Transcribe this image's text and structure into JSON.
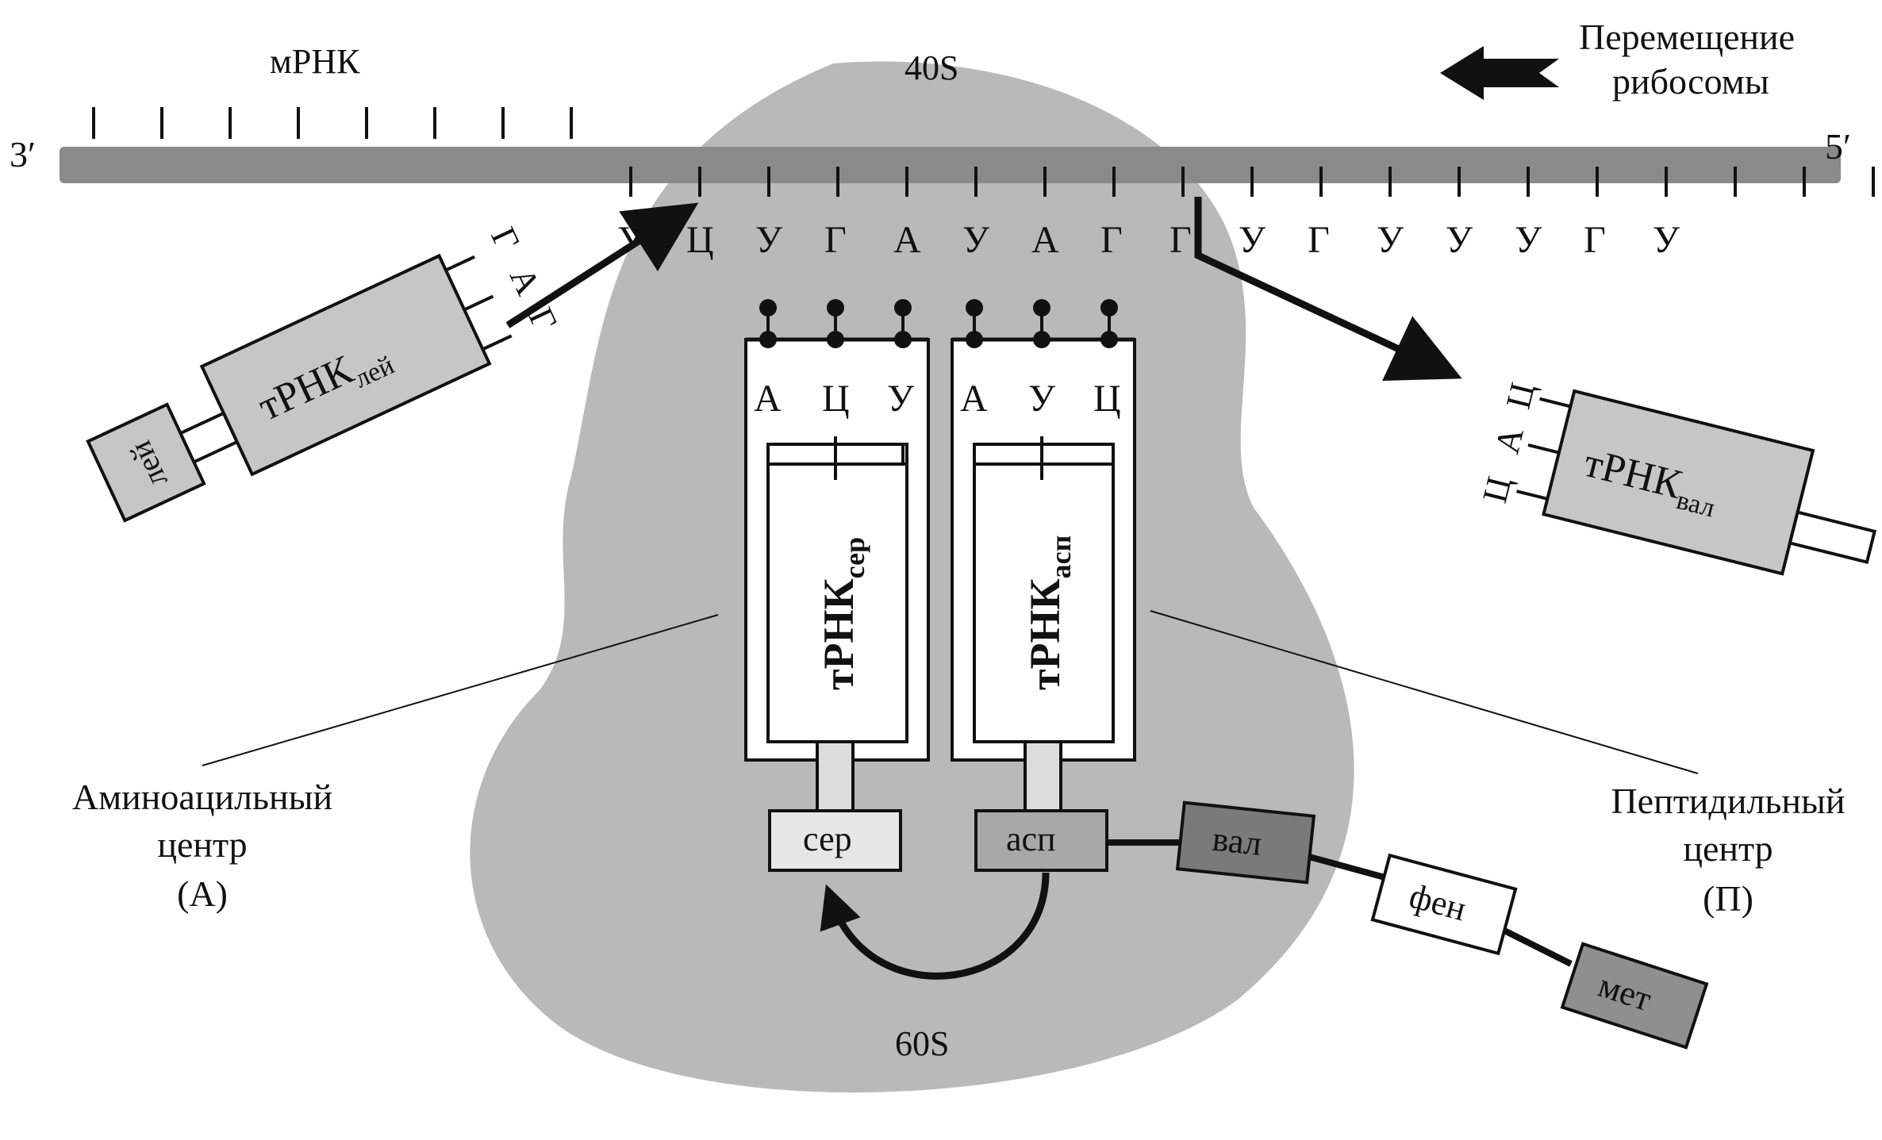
{
  "mrna": {
    "label": "мРНК",
    "end_left": "3′",
    "end_right": "5′",
    "codons_top_count": 8,
    "codons_bottom_count": 20,
    "bases": [
      "У",
      "Ц",
      "У",
      "Г",
      "А",
      "У",
      "А",
      "Г",
      "Г",
      "У",
      "Г",
      "У",
      "У",
      "У",
      "Г",
      "У"
    ]
  },
  "ribosome": {
    "small_subunit": "40S",
    "large_subunit": "60S"
  },
  "movement": {
    "line1": "Перемещение",
    "line2": "рибосомы"
  },
  "trna_ser": {
    "name": "тРНК",
    "sub": "сер",
    "anticodon": [
      "А",
      "Ц",
      "У"
    ],
    "amino": "сер"
  },
  "trna_asp": {
    "name": "тРНК",
    "sub": "асп",
    "anticodon": [
      "А",
      "У",
      "Ц"
    ],
    "amino": "асп"
  },
  "trna_leu": {
    "name": "тРНК",
    "sub": "лей",
    "anticodon": [
      "Г",
      "А",
      "Г"
    ],
    "amino": "лей"
  },
  "trna_val": {
    "name": "тРНК",
    "sub": "вал",
    "anticodon": [
      "Ц",
      "А",
      "Ц"
    ]
  },
  "peptide_chain": [
    "вал",
    "фен",
    "мет"
  ],
  "aminoacyl_center": {
    "line1": "Аминоацильный",
    "line2": "центр",
    "line3": "(А)"
  },
  "peptidyl_center": {
    "line1": "Пептидильный",
    "line2": "центр",
    "line3": "(П)"
  },
  "colors": {
    "ribosome": "#b9b9b9",
    "mrna": "#8a8a8a",
    "box_gray": "#c6c6c6",
    "box_dark": "#7a7a7a",
    "ink": "#111111"
  }
}
